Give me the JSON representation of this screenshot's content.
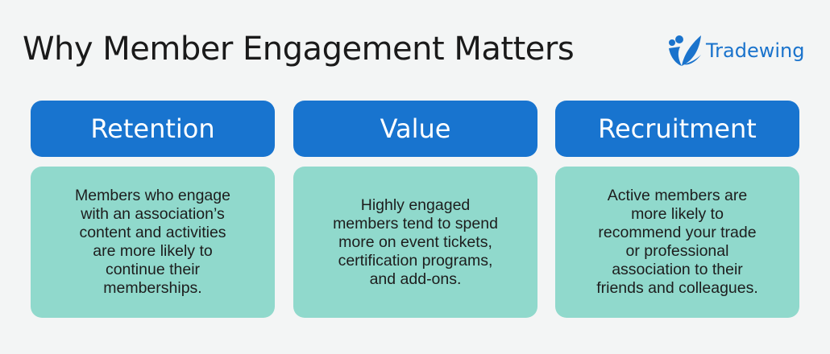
{
  "title": "Why Member Engagement Matters",
  "logo": {
    "text": "Tradewing",
    "icon": "wing-people-icon",
    "color": "#1a73cc"
  },
  "colors": {
    "header": "#1874cf",
    "card": "#90d9cc",
    "background": "#f3f5f5"
  },
  "columns": [
    {
      "heading": "Retention",
      "body": "Members who engage\nwith an association’s\ncontent and activities\nare more likely to\ncontinue their\nmemberships."
    },
    {
      "heading": "Value",
      "body": "Highly engaged\nmembers tend to spend\nmore on event tickets,\ncertification programs,\nand add-ons."
    },
    {
      "heading": "Recruitment",
      "body": "Active members are\nmore likely to\nrecommend your trade\nor professional\nassociation to their\nfriends and colleagues."
    }
  ]
}
